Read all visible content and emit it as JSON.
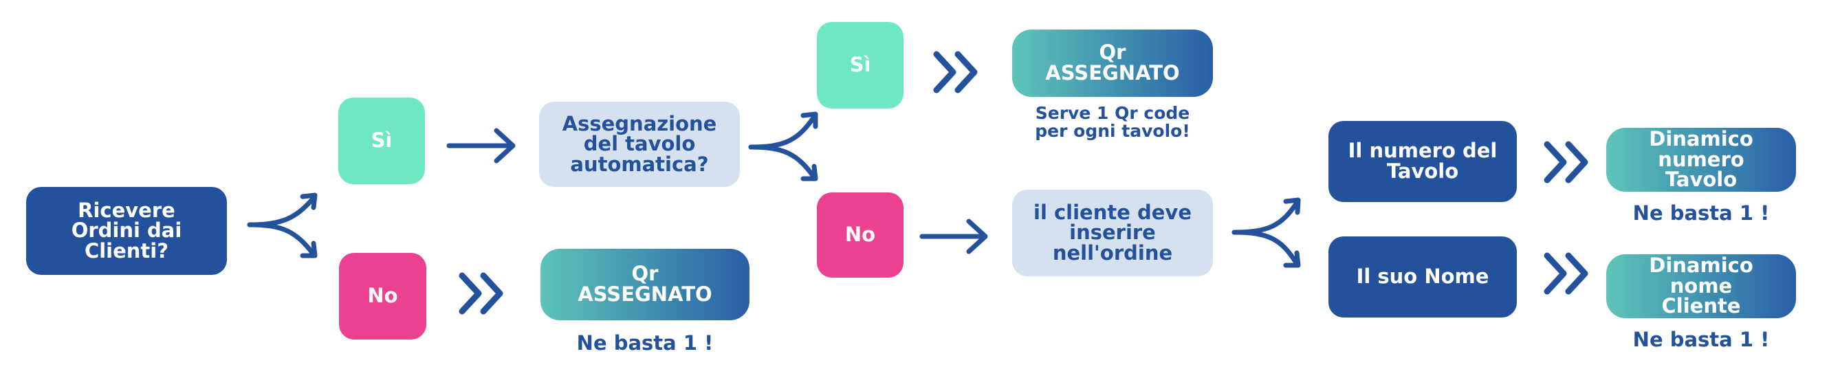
{
  "nodes": {
    "ricevere": "Ricevere\nOrdini dai\nClienti?",
    "si_1": "Sì",
    "no_1": "No",
    "assegnazione": "Assegnazione\ndel tavolo\nautomatica?",
    "qr_bottom": "Qr\nASSEGNATO",
    "si_2": "Sì",
    "no_2": "No",
    "qr_top": "Qr\nASSEGNATO",
    "cliente": "il cliente deve\ninserire\nnell'ordine",
    "numero_tavolo": "Il numero del\nTavolo",
    "suo_nome": "Il suo Nome",
    "dinamico_tavolo": "Dinamico\nnumero\nTavolo",
    "dinamico_cliente": "Dinamico\nnome\nCliente"
  },
  "notes": {
    "qr_bottom": "Ne basta 1 !",
    "qr_top": "Serve 1 Qr code\nper ogni tavolo!",
    "dinamico_tavolo": "Ne basta 1 !",
    "dinamico_cliente": "Ne basta 1 !"
  },
  "colors": {
    "dark_blue": "#23519c",
    "light_blue": "#d6e1f0",
    "mint": "#6ee8c3",
    "pink": "#eb4190",
    "gradient_start": "#5ec5b8",
    "gradient_end": "#2a5ea6"
  }
}
